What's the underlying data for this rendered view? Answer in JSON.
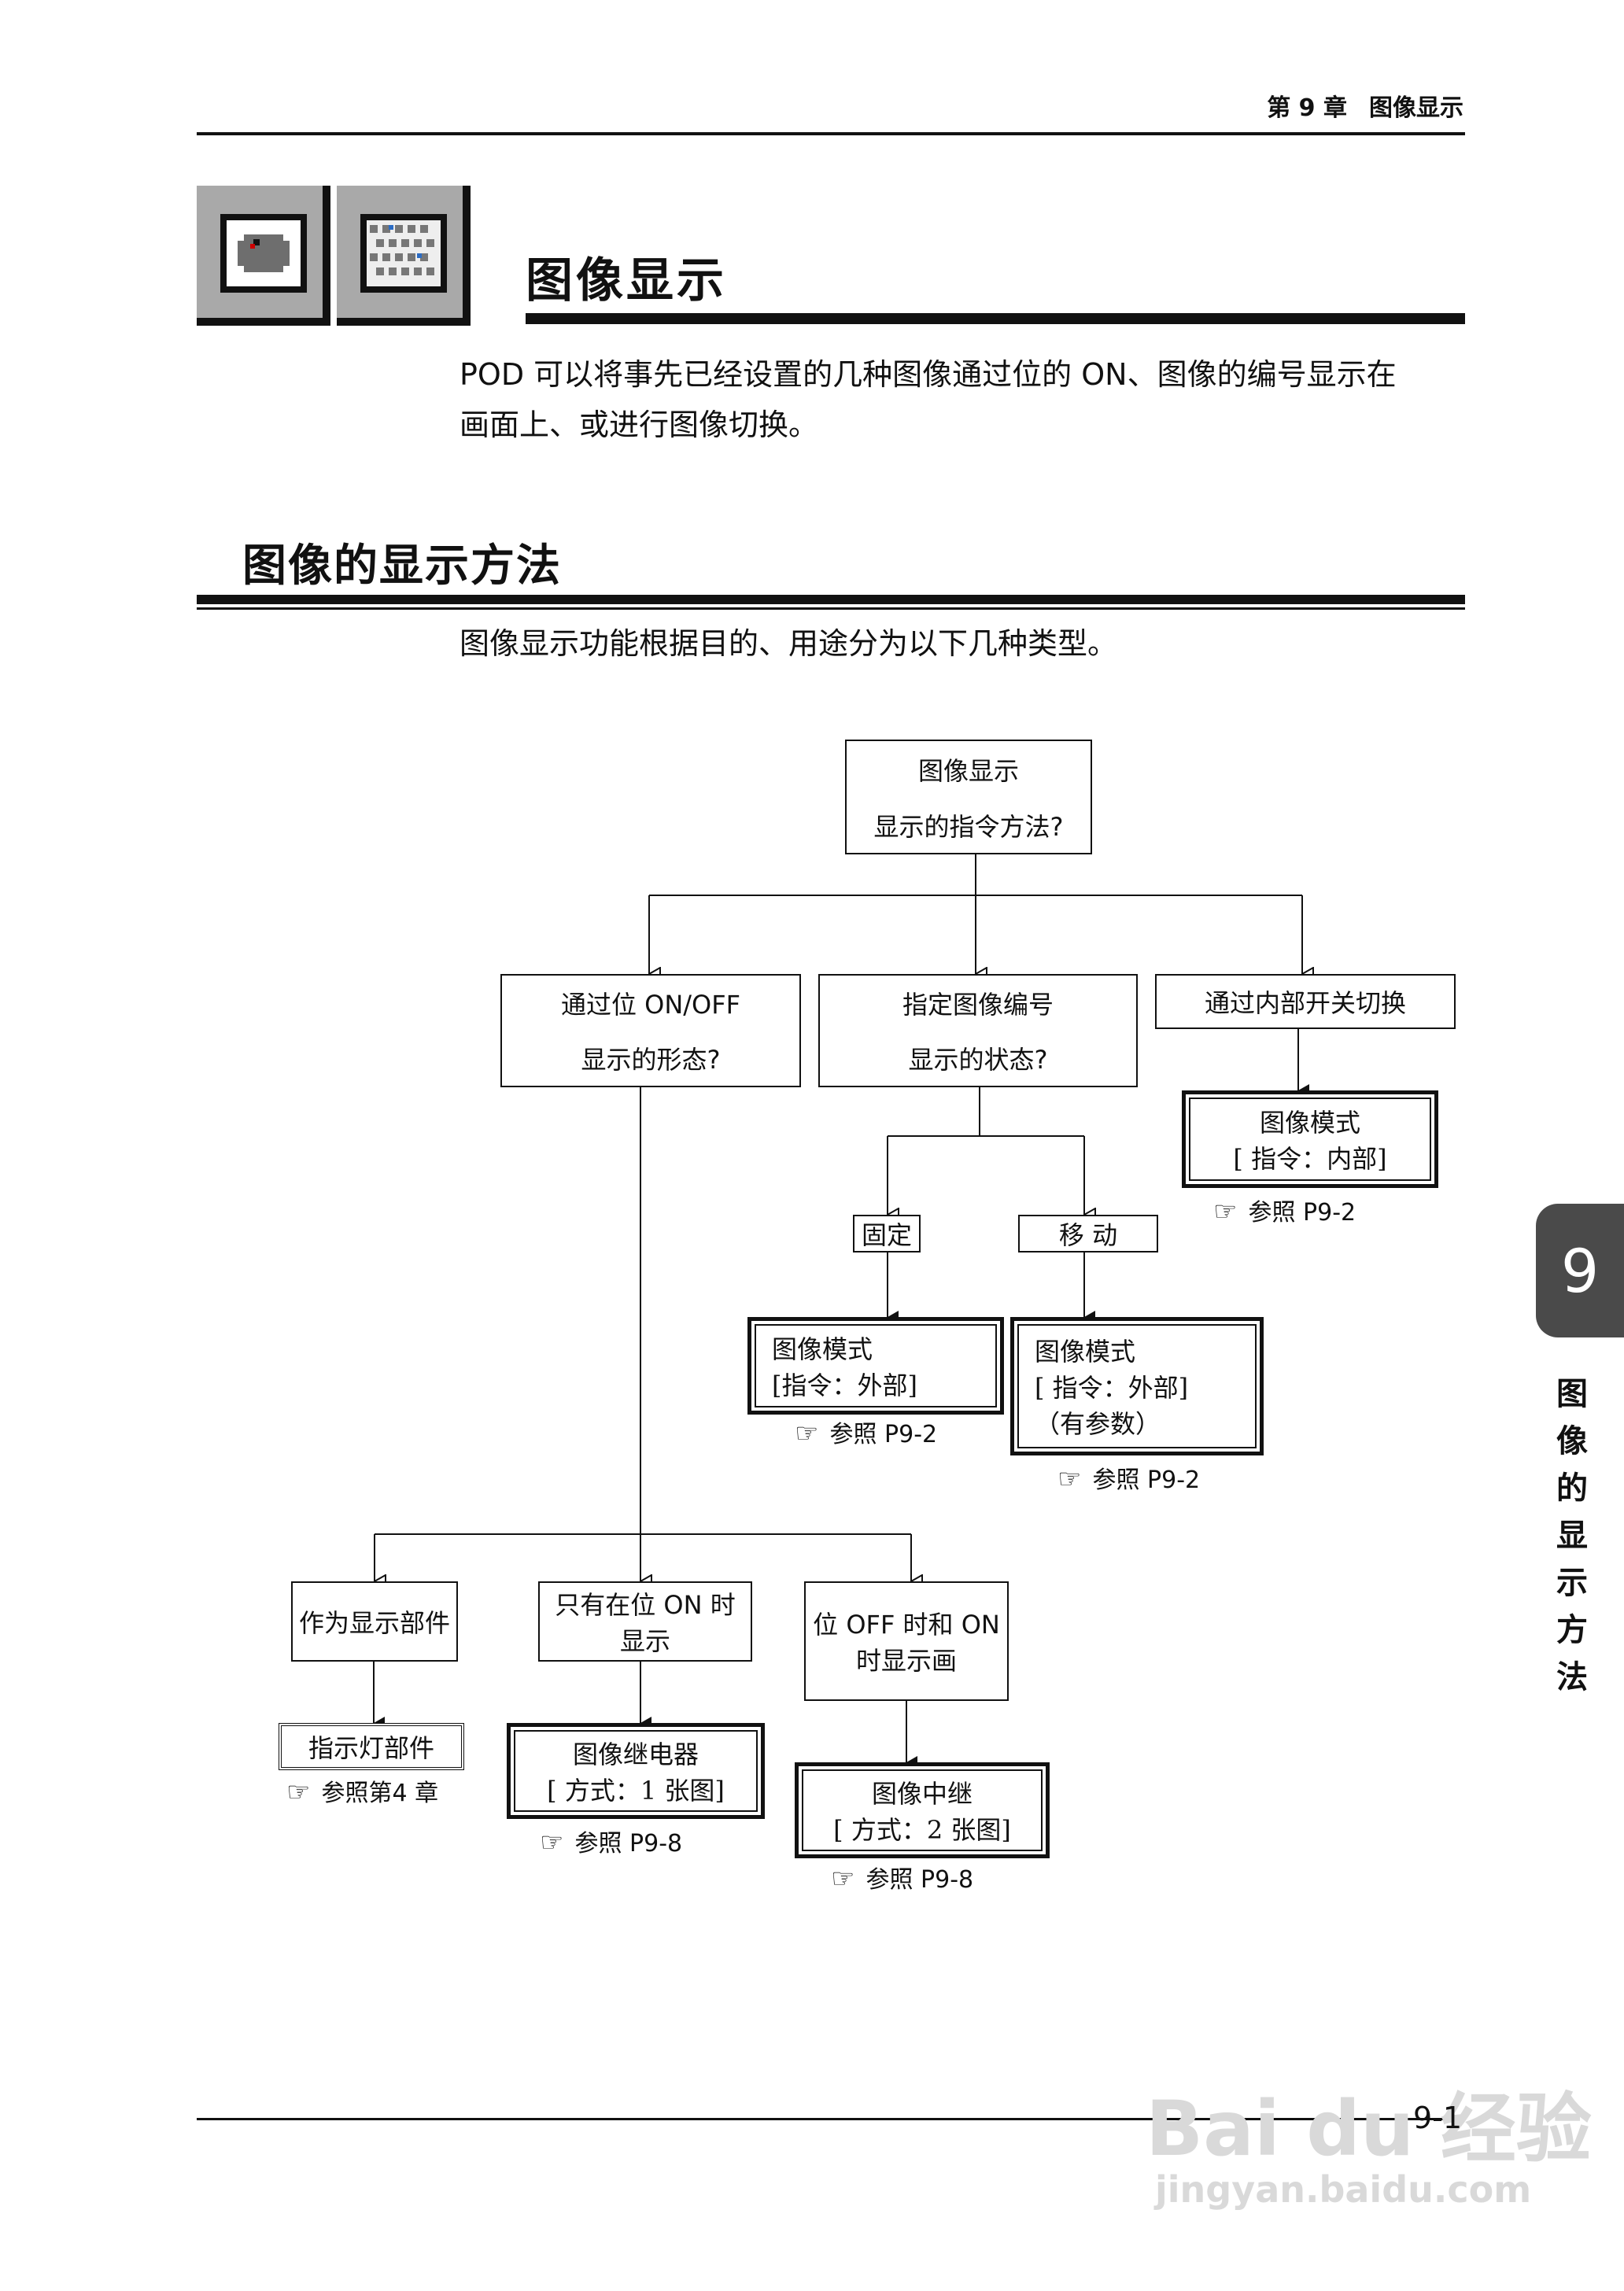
{
  "header": {
    "chapter": "第 9 章",
    "title": "图像显示"
  },
  "page_title": "图像显示",
  "intro": [
    "POD 可以将事先已经设置的几种图像通过位的 ON、图像的编号显示在",
    "画面上、或进行图像切换。"
  ],
  "section": {
    "heading": "图像的显示方法",
    "lead": "图像显示功能根据目的、用途分为以下几种类型。"
  },
  "flow": {
    "root": {
      "line1": "图像显示",
      "line2": "显示的指令方法?"
    },
    "bit": {
      "line1": "通过位 ON/OFF",
      "line2": "显示的形态?"
    },
    "number": {
      "line1": "指定图像编号",
      "line2": "显示的状态?"
    },
    "internal": {
      "line1": "通过内部开关切换"
    },
    "internal_mode": {
      "line1": "图像模式",
      "line2": "[ 指令：内部]"
    },
    "internal_ref": "参照 P9-2",
    "fixed": "固定",
    "moving": "移 动",
    "fixed_mode": {
      "line1": "图像模式",
      "line2": "[指令：外部]"
    },
    "fixed_ref": "参照 P9-2",
    "moving_mode": {
      "line1": "图像模式",
      "line2": "[ 指令：外部]",
      "line3": "（有参数）"
    },
    "moving_ref": "参照 P9-2",
    "part": {
      "line1": "作为显示部件"
    },
    "only_on": {
      "line1": "只有在位 ON 时",
      "line2": "显示"
    },
    "off_on": {
      "line1": "位 OFF 时和 ON",
      "line2": "时显示画"
    },
    "lamp": "指示灯部件",
    "lamp_ref": "参照第4 章",
    "relay": {
      "line1": "图像继电器",
      "line2": "[ 方式：1 张图]"
    },
    "relay_ref": "参照 P9-8",
    "relay2": {
      "line1": "图像中继",
      "line2": "[ 方式：2 张图]"
    },
    "relay2_ref": "参照 P9-8"
  },
  "side_tab": {
    "number": "9",
    "text": [
      "图",
      "像",
      "的",
      "显",
      "示",
      "方",
      "法"
    ]
  },
  "footer": {
    "page": "9-1"
  },
  "watermark": {
    "logo": "Bai du 经验",
    "url": "jingyan.baidu.com"
  }
}
